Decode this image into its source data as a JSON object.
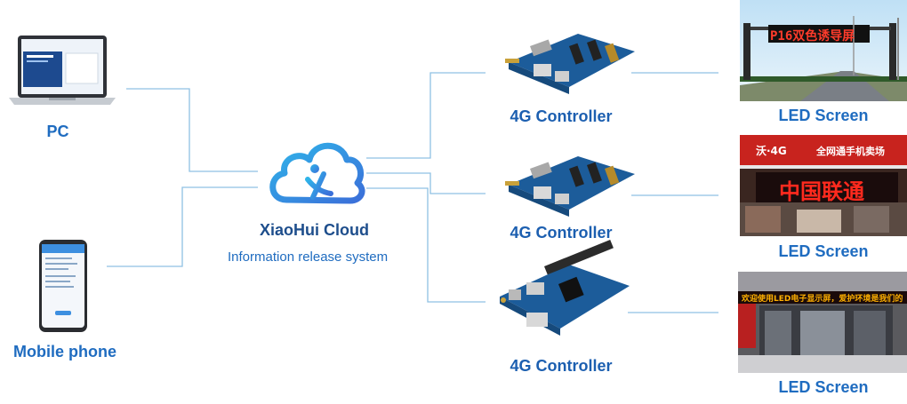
{
  "devices": {
    "pc": {
      "label": "PC",
      "icon": "laptop-icon"
    },
    "mobile": {
      "label": "Mobile phone",
      "icon": "smartphone-icon"
    }
  },
  "cloud": {
    "title": "XiaoHui Cloud",
    "subtitle": "Information release system",
    "icon": "cloud-logo-icon"
  },
  "controllers": [
    {
      "label": "4G Controller"
    },
    {
      "label": "4G Controller"
    },
    {
      "label": "4G Controller"
    }
  ],
  "screens": [
    {
      "label": "LED Screen",
      "sign_text": "P16双色诱导屏"
    },
    {
      "label": "LED Screen",
      "sign_text": "中国联通",
      "banner_text": "全网通手机卖场",
      "logo_text": "沃·4G"
    },
    {
      "label": "LED Screen",
      "sign_text": "欢迎使用LED电子显示屏，爱护环境是我们的"
    }
  ],
  "colors": {
    "label_blue": "#1f6cc0",
    "connector": "#8fc1e3",
    "cloud_gradient_start": "#2fb4e9",
    "cloud_gradient_end": "#3b6fd9",
    "board_blue": "#1c5c9a"
  }
}
